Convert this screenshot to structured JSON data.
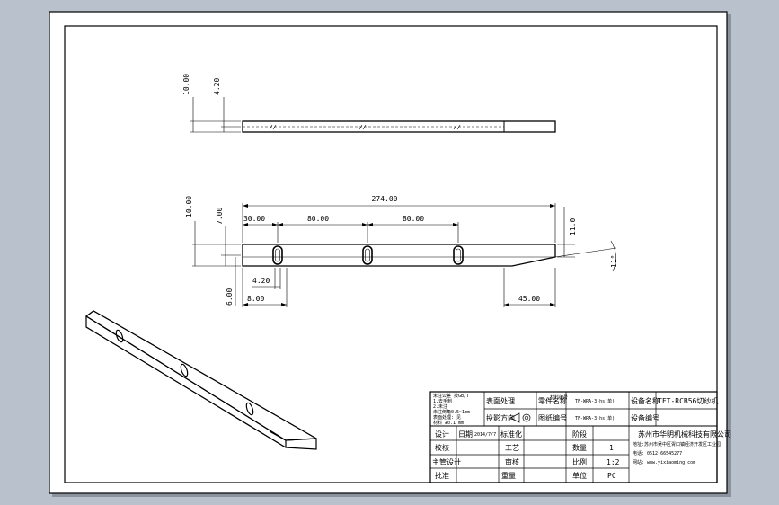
{
  "sheet": {
    "background_color": "#b8c1cc",
    "paper_color": "#ffffff"
  },
  "views": {
    "top": {
      "dims": {
        "d1": "10.00",
        "d2": "4.20"
      }
    },
    "front": {
      "dims": {
        "overall": "274.00",
        "first_slot": "30.00",
        "pitch1": "80.00",
        "pitch2": "80.00",
        "height": "10.00",
        "half": "7.00",
        "slot_w": "4.20",
        "slot_len": "8.00",
        "side": "6.00",
        "bevel_len": "45.00",
        "end_h": "11.0",
        "angle": "11°"
      }
    }
  },
  "title_block": {
    "notes": [
      "未注公差 按GB/T",
      "1.去毛刺",
      "2.未注",
      "未注倒角0.5~1mm",
      "表面处理: 见",
      "材料 ±0.1 mm"
    ],
    "surface_treatment": "表面处理",
    "material_no": "材料编号",
    "projection": "投影方向",
    "drawing_no_label": "图纸编号",
    "part_label": "零件名称",
    "part_name": "TF-WRA-3-hs(单)",
    "part_name2": "TF-WRA-3-hs(单)",
    "device_name_label": "设备名称",
    "device_name": "TFT-RCB56切纱机",
    "device_no_label": "设备编号",
    "designer_label": "设计",
    "date_label": "日期",
    "date": "2014/7/7",
    "standard_label": "标准化",
    "checker_label": "校核",
    "process_label": "工艺",
    "audit_label": "审核",
    "approve_label": "批准",
    "chief_label": "主管设计",
    "qty_label": "数量",
    "qty": "1",
    "scale_label": "比例",
    "scale": "1:2",
    "unit_label": "单位",
    "unit": "PC",
    "weight_label": "重量",
    "stage_label": "阶段",
    "company": "苏州市华明机械科技有限公司",
    "address": "地址:苏州市吴中区胥口镇经济开发区工业园",
    "tel": "电话: 0512-66545277",
    "web": "网站: www.yixiaoming.com"
  }
}
